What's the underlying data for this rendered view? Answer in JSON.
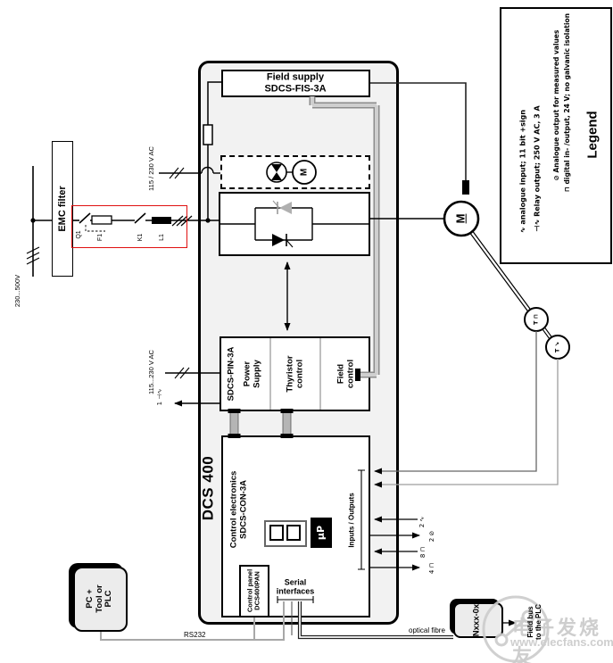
{
  "colors": {
    "highlight_red": "#e01010",
    "bus_gray": "#b5b5b5",
    "watermark_gray": "#cccccc",
    "box_fill": "#f2f2f2"
  },
  "supply": {
    "mains_voltage": "230...500V",
    "emc_filter": "EMC filter",
    "breaker": "Q1",
    "fuse": "F1",
    "contactor": "K1",
    "choke": "L1",
    "fan_supply": "115 / 230 V AC",
    "electronics_supply": "115...230 V AC",
    "relay_output": "1 ⊣∿"
  },
  "main_unit": {
    "title": "DCS 400",
    "field_supply": [
      "Field supply",
      "SDCS-FIS-3A"
    ],
    "fan_motor": "M",
    "pin_board": {
      "model": "SDCS-PIN-3A",
      "power": [
        "Power",
        "Supply"
      ],
      "thyristor": [
        "Thyristor",
        "control"
      ],
      "field": [
        "Field",
        "control"
      ]
    },
    "control_board": {
      "name": [
        "Control electronics",
        "SDCS-CON-3A"
      ],
      "micro": "μP",
      "io": "Inputs / Outputs"
    },
    "serial": [
      "Serial",
      "interfaces"
    ],
    "panel": [
      "Control panel",
      "DCS400PAN"
    ]
  },
  "motor": {
    "armature": "M",
    "tacho_pulse": "T ⊓",
    "tacho_analog": "T ↘"
  },
  "io_ports": {
    "analog_in": "2 ∿",
    "analog_out": "2 ⊘",
    "digital_in": "8 ⊓",
    "digital_out": "4 ⊓"
  },
  "external": {
    "pc_tool": [
      "PC +",
      "Tool or",
      "PLC"
    ],
    "rs232": "RS232",
    "optical_fibre": "optical fibre",
    "fieldbus_adapter": "Nxxx-0x",
    "field_bus": [
      "Field bus",
      "to the PLC"
    ]
  },
  "legend": {
    "title": "Legend",
    "items": [
      "⊓  digital in- /output, 24 V; no galvanic isolation",
      "⊘  Analogue output for measured values",
      "⊣∿  Relay output; 250 V AC, 3 A",
      "∿  analogue input; 11 bit +sign"
    ]
  },
  "watermark": {
    "brand": "电子发烧友",
    "site": "www.elecfans.com"
  }
}
